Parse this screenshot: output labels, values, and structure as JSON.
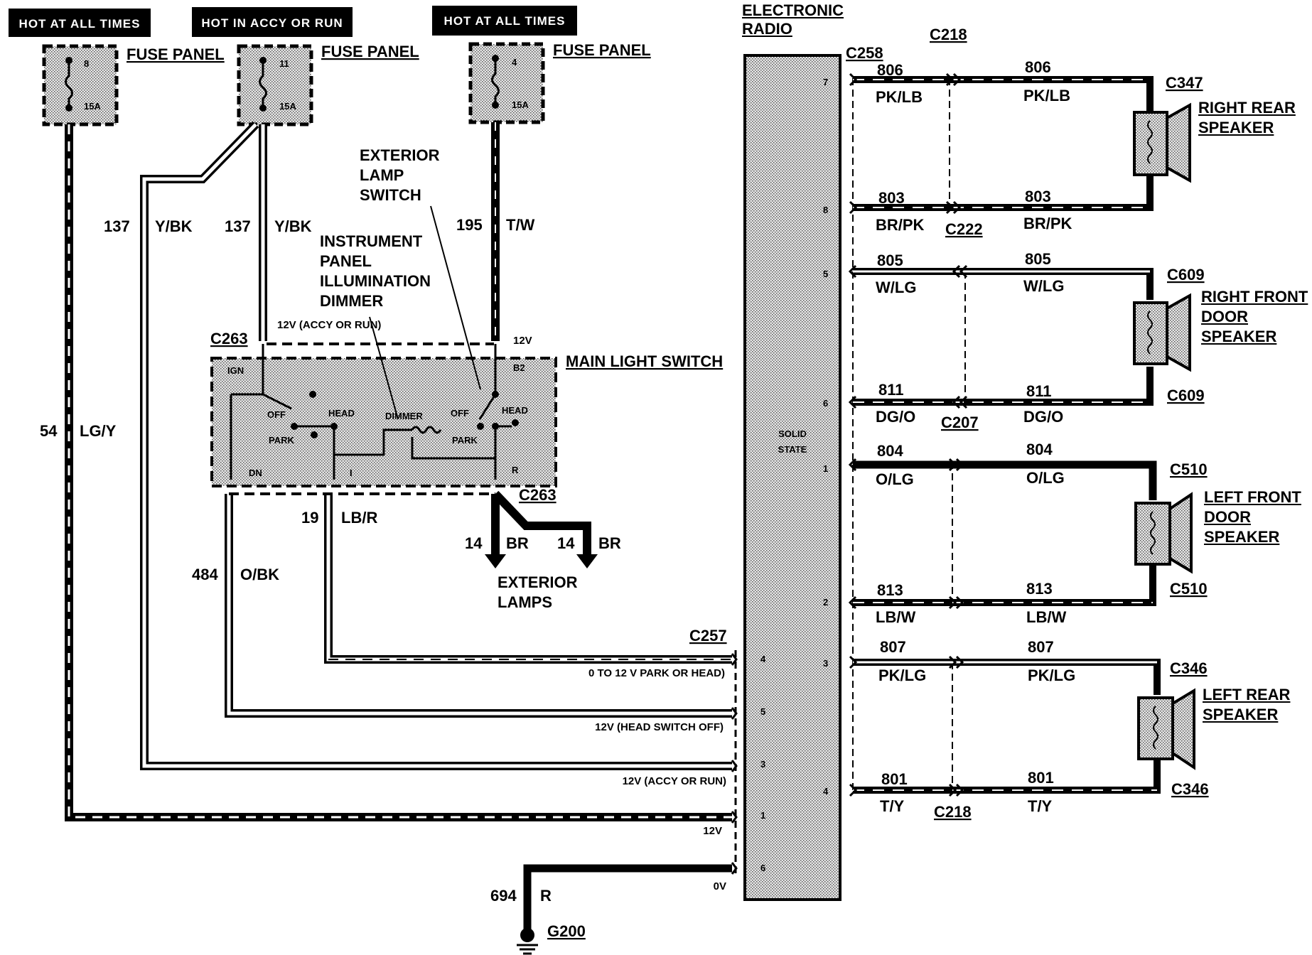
{
  "headers": [
    "HOT AT ALL TIMES",
    "HOT IN ACCY OR RUN",
    "HOT AT ALL TIMES"
  ],
  "fuses": [
    {
      "label": "FUSE PANEL",
      "number": "8",
      "rating": "15A"
    },
    {
      "label": "FUSE PANEL",
      "number": "11",
      "rating": "15A"
    },
    {
      "label": "FUSE PANEL",
      "number": "4",
      "rating": "15A"
    }
  ],
  "radio": {
    "label": "ELECTRONIC RADIO",
    "inner": "SOLID STATE"
  },
  "switch": {
    "title": "MAIN LIGHT SWITCH",
    "exterior_lamp_switch": "EXTERIOR LAMP SWITCH",
    "dimmer_label": "INSTRUMENT PANEL ILLUMINATION DIMMER"
  },
  "switch_terms": [
    "IGN",
    "B2",
    "OFF",
    "HEAD",
    "DIMMER",
    "OFF",
    "HEAD",
    "PARK",
    "PARK",
    "DN",
    "I",
    "R"
  ],
  "left_wires": [
    {
      "circuit": "54",
      "color": "LG/Y"
    },
    {
      "circuit": "137",
      "color": "Y/BK"
    },
    {
      "circuit": "137",
      "color": "Y/BK"
    },
    {
      "circuit": "195",
      "color": "T/W"
    },
    {
      "circuit": "484",
      "color": "O/BK"
    },
    {
      "circuit": "19",
      "color": "LB/R"
    },
    {
      "circuit": "14",
      "color": "BR"
    },
    {
      "circuit": "14",
      "color": "BR"
    },
    {
      "circuit": "694",
      "color": "R"
    }
  ],
  "connectors": {
    "c263a": "C263",
    "c263b": "C263",
    "c257": "C257",
    "c258": "C258",
    "g200": "G200",
    "c218a": "C218",
    "c218b": "C218",
    "c222": "C222",
    "c207": "C207"
  },
  "voltages": {
    "accy_run": "12V (ACCY OR RUN)",
    "v12": "12V",
    "park_head": "0 TO 12 V PARK OR HEAD)",
    "head_off": "12V (HEAD SWITCH OFF)",
    "accy_run2": "12V (ACCY  OR RUN)",
    "v12b": "12V",
    "ov": "0V"
  },
  "exterior_lamps": "EXTERIOR LAMPS",
  "radio_pins_left": [
    "4",
    "5",
    "3",
    "1",
    "6"
  ],
  "radio_pins_right": [
    "7",
    "8",
    "5",
    "6",
    "1",
    "2",
    "3",
    "4"
  ],
  "speakers": [
    {
      "name": "RIGHT REAR SPEAKER",
      "conn_top": "C347",
      "conn_bot": "",
      "top": {
        "circuit": "806",
        "color": "PK/LB"
      },
      "bot": {
        "circuit": "803",
        "color": "BR/PK"
      }
    },
    {
      "name": "RIGHT FRONT DOOR SPEAKER",
      "conn_top": "C609",
      "conn_bot": "C609",
      "top": {
        "circuit": "805",
        "color": "W/LG"
      },
      "bot": {
        "circuit": "811",
        "color": "DG/O"
      }
    },
    {
      "name": "LEFT FRONT DOOR SPEAKER",
      "conn_top": "C510",
      "conn_bot": "C510",
      "top": {
        "circuit": "804",
        "color": "O/LG"
      },
      "bot": {
        "circuit": "813",
        "color": "LB/W"
      }
    },
    {
      "name": "LEFT REAR SPEAKER",
      "conn_top": "C346",
      "conn_bot": "C346",
      "top": {
        "circuit": "807",
        "color": "PK/LG"
      },
      "bot": {
        "circuit": "801",
        "color": "T/Y"
      }
    }
  ]
}
